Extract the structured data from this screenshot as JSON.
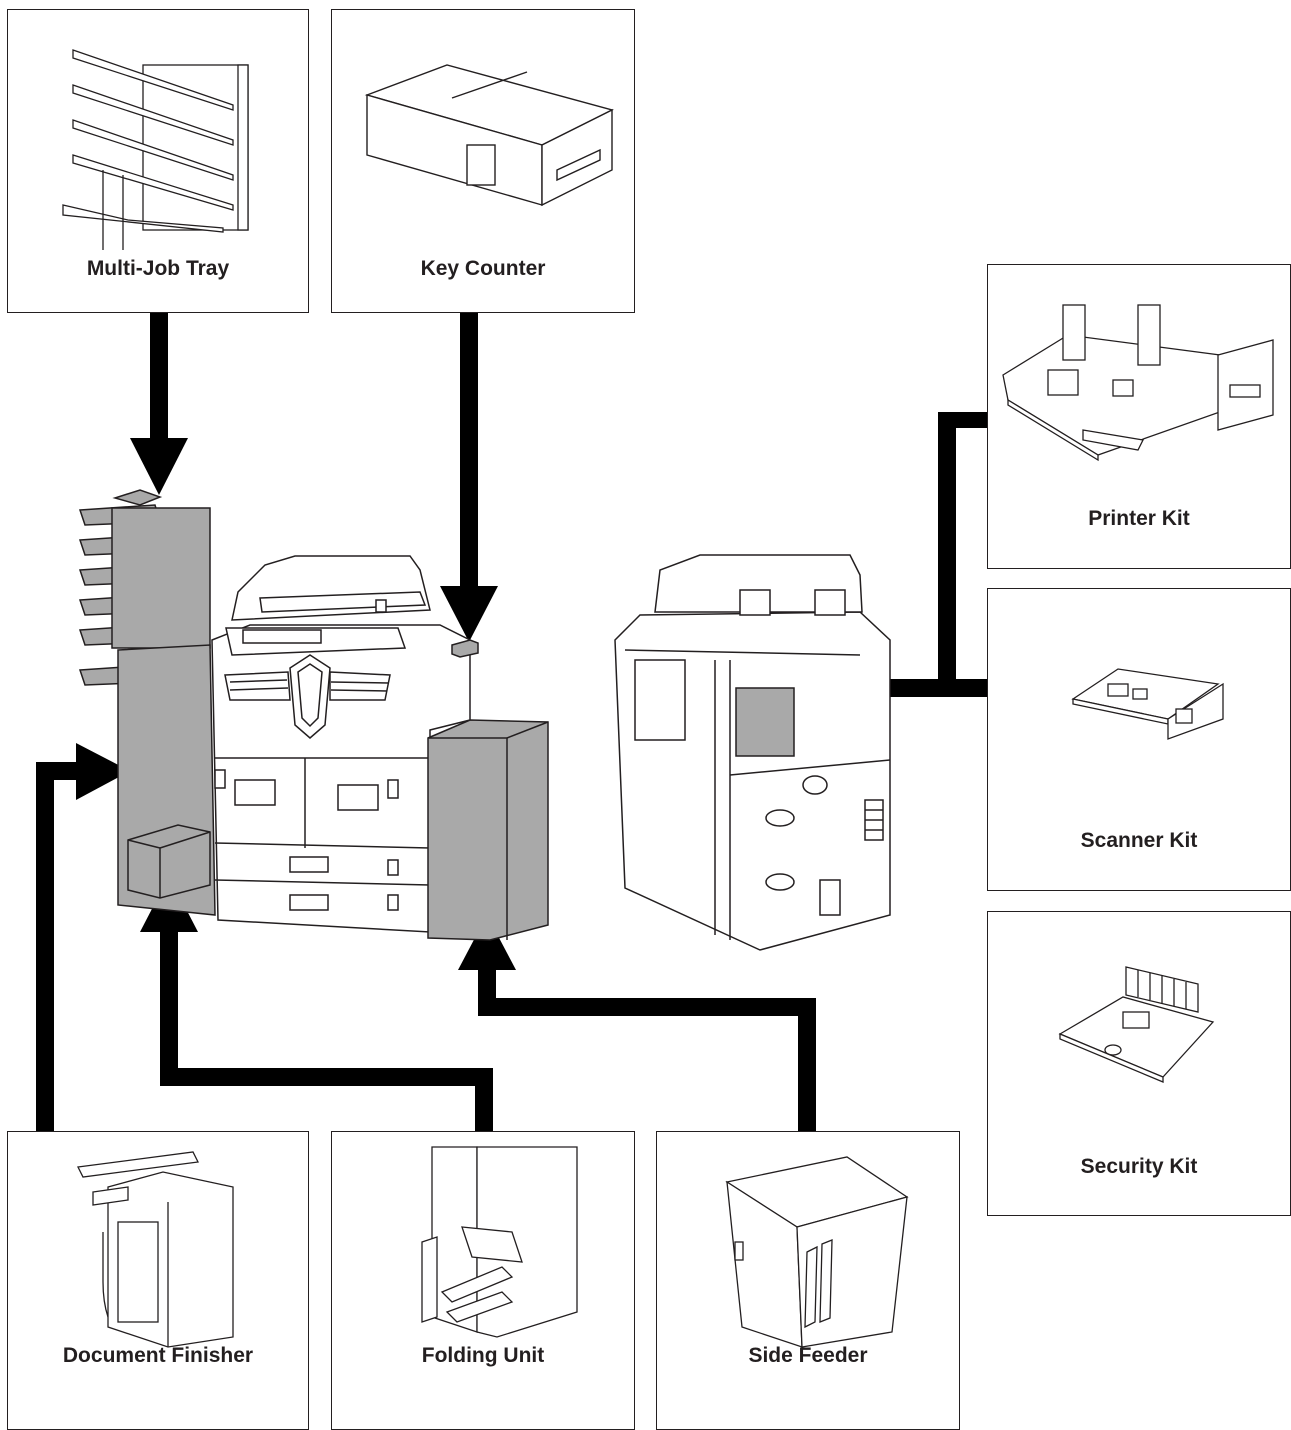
{
  "accessories": {
    "multi_job_tray": "Multi-Job Tray",
    "key_counter": "Key Counter",
    "printer_kit": "Printer Kit",
    "scanner_kit": "Scanner Kit",
    "security_kit": "Security Kit",
    "document_finisher": "Document Finisher",
    "folding_unit": "Folding Unit",
    "side_feeder": "Side Feeder"
  },
  "colors": {
    "line": "#231f20",
    "highlight": "#a9a9a9",
    "arrow": "#000000"
  }
}
